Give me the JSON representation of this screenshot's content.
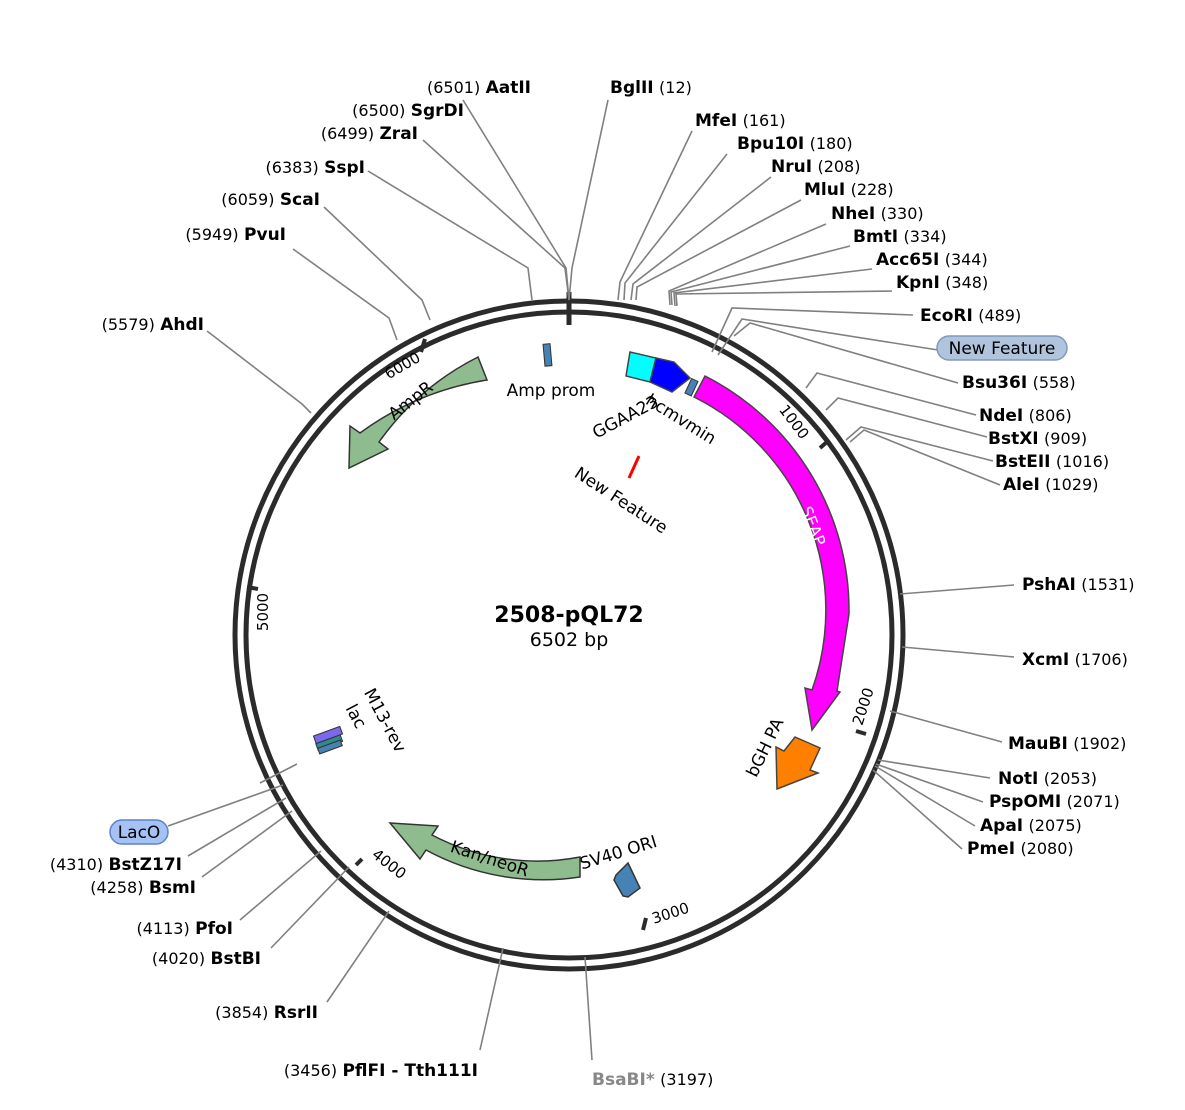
{
  "plasmid": {
    "name": "2508-pQL72",
    "size_label": "6502 bp",
    "length": 6502
  },
  "ticks": [
    "1000",
    "2000",
    "3000",
    "4000",
    "5000",
    "6000"
  ],
  "enzymes": [
    {
      "name": "AatII",
      "pos": "6501"
    },
    {
      "name": "SgrDI",
      "pos": "6500"
    },
    {
      "name": "ZraI",
      "pos": "6499"
    },
    {
      "name": "SspI",
      "pos": "6383"
    },
    {
      "name": "ScaI",
      "pos": "6059"
    },
    {
      "name": "PvuI",
      "pos": "5949"
    },
    {
      "name": "AhdI",
      "pos": "5579"
    },
    {
      "name": "BglII",
      "pos": "12"
    },
    {
      "name": "MfeI",
      "pos": "161"
    },
    {
      "name": "Bpu10I",
      "pos": "180"
    },
    {
      "name": "NruI",
      "pos": "208"
    },
    {
      "name": "MluI",
      "pos": "228"
    },
    {
      "name": "NheI",
      "pos": "330"
    },
    {
      "name": "BmtI",
      "pos": "334"
    },
    {
      "name": "Acc65I",
      "pos": "344"
    },
    {
      "name": "KpnI",
      "pos": "348"
    },
    {
      "name": "EcoRI",
      "pos": "489"
    },
    {
      "name": "Bsu36I",
      "pos": "558"
    },
    {
      "name": "NdeI",
      "pos": "806"
    },
    {
      "name": "BstXI",
      "pos": "909"
    },
    {
      "name": "BstEII",
      "pos": "1016"
    },
    {
      "name": "AleI",
      "pos": "1029"
    },
    {
      "name": "PshAI",
      "pos": "1531"
    },
    {
      "name": "XcmI",
      "pos": "1706"
    },
    {
      "name": "MauBI",
      "pos": "1902"
    },
    {
      "name": "NotI",
      "pos": "2053"
    },
    {
      "name": "PspOMI",
      "pos": "2071"
    },
    {
      "name": "ApaI",
      "pos": "2075"
    },
    {
      "name": "PmeI",
      "pos": "2080"
    },
    {
      "name": "BsaBI*",
      "pos": "3197"
    },
    {
      "name": "PflFI - Tth111I",
      "pos": "3456"
    },
    {
      "name": "RsrII",
      "pos": "3854"
    },
    {
      "name": "BstBI",
      "pos": "4020"
    },
    {
      "name": "PfoI",
      "pos": "4113"
    },
    {
      "name": "BsmI",
      "pos": "4258"
    },
    {
      "name": "BstZ17I",
      "pos": "4310"
    }
  ],
  "badges": {
    "new_feature": "New Feature",
    "laco": "LacO"
  },
  "features": {
    "amp_prom": "Amp prom",
    "ggaa23": "GGAA23",
    "hcmvmin": "hcmvmin",
    "new_feature": "New Feature",
    "seap": "SEAP",
    "bgh_pa": "bGH PA",
    "sv40_ori": "SV40 ORI",
    "kan_neor": "Kan/neoR",
    "ampr": "AmpR",
    "m13_rev": "M13-rev",
    "lac": "lac"
  },
  "colors": {
    "seap": "#ff00ff",
    "hcmvmin_a": "#00ffff",
    "hcmvmin_b": "#0000ff",
    "bgh_pa": "#ff7f00",
    "resistance": "#8fbc8f",
    "promoter": "#4682b4",
    "new_feature": "#ff0000",
    "badge_new_feature": "#b0c4de",
    "badge_laco": "#a4c2f4"
  }
}
